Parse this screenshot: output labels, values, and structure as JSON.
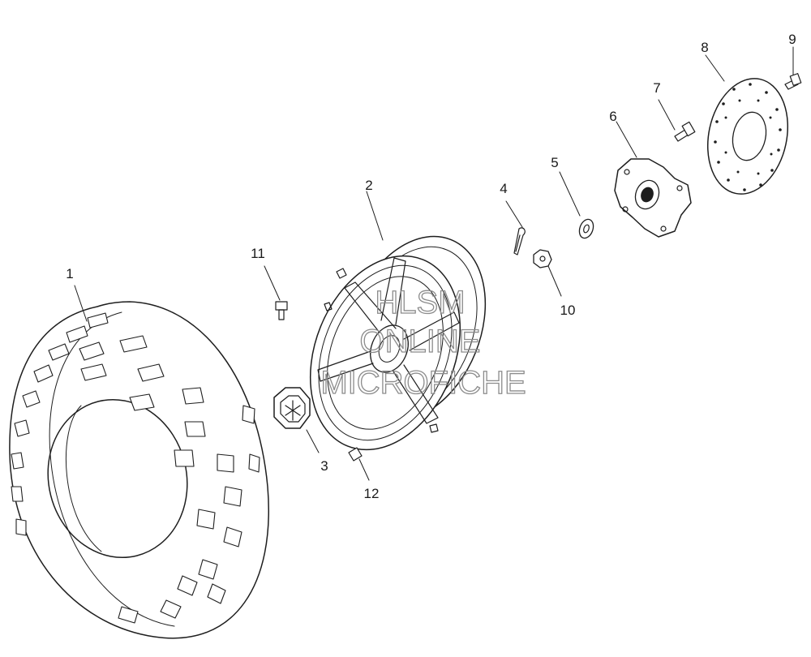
{
  "diagram": {
    "callouts": [
      {
        "id": "1",
        "label": "1"
      },
      {
        "id": "2",
        "label": "2"
      },
      {
        "id": "3",
        "label": "3"
      },
      {
        "id": "4",
        "label": "4"
      },
      {
        "id": "5",
        "label": "5"
      },
      {
        "id": "6",
        "label": "6"
      },
      {
        "id": "7",
        "label": "7"
      },
      {
        "id": "8",
        "label": "8"
      },
      {
        "id": "9",
        "label": "9"
      },
      {
        "id": "10",
        "label": "10"
      },
      {
        "id": "11",
        "label": "11"
      },
      {
        "id": "12",
        "label": "12"
      }
    ],
    "watermark": {
      "line1": "HLSM",
      "line2": "ONLINE",
      "line3": "MICROFICHE"
    }
  }
}
